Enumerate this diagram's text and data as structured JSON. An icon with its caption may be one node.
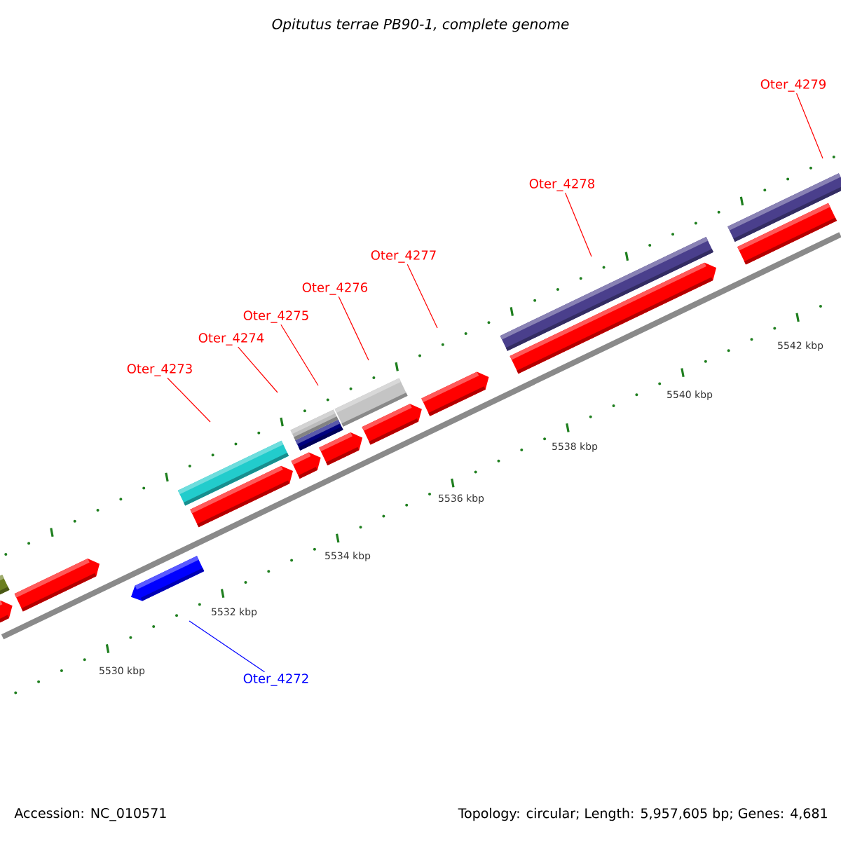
{
  "diagram": {
    "title": "Opitutus terrae PB90-1, complete genome",
    "nodes": [
      {
        "text": [
          "Oter_4279"
        ]
      },
      {
        "text": [
          "Oter_4278"
        ]
      },
      {
        "text": [
          "Oter_4277"
        ]
      },
      {
        "text": [
          "Oter_4276"
        ]
      },
      {
        "text": [
          "Oter_4275"
        ]
      },
      {
        "text": [
          "Oter_4274"
        ]
      },
      {
        "text": [
          "Oter_4273"
        ]
      },
      {
        "text": [
          "Oter_4272"
        ]
      }
    ],
    "edges": [
      {
        "from": 0,
        "to": null,
        "arrow": "none"
      },
      {
        "from": 1,
        "to": null,
        "arrow": "none"
      },
      {
        "from": 2,
        "to": null,
        "arrow": "none"
      },
      {
        "from": 3,
        "to": null,
        "arrow": "none"
      },
      {
        "from": 4,
        "to": null,
        "arrow": "none"
      },
      {
        "from": 5,
        "to": null,
        "arrow": "none"
      },
      {
        "from": 6,
        "to": null,
        "arrow": "none"
      },
      {
        "from": 7,
        "to": null,
        "arrow": "none",
        "color": "#0000ff"
      }
    ],
    "labels": [
      "5542 kbp",
      "5540 kbp",
      "5538 kbp",
      "5536 kbp",
      "5534 kbp",
      "5532 kbp",
      "5530 kbp",
      "Accession: NC_010571",
      "Topology: circular; Length: 5,957,605 bp; Genes: 4,681"
    ]
  }
}
